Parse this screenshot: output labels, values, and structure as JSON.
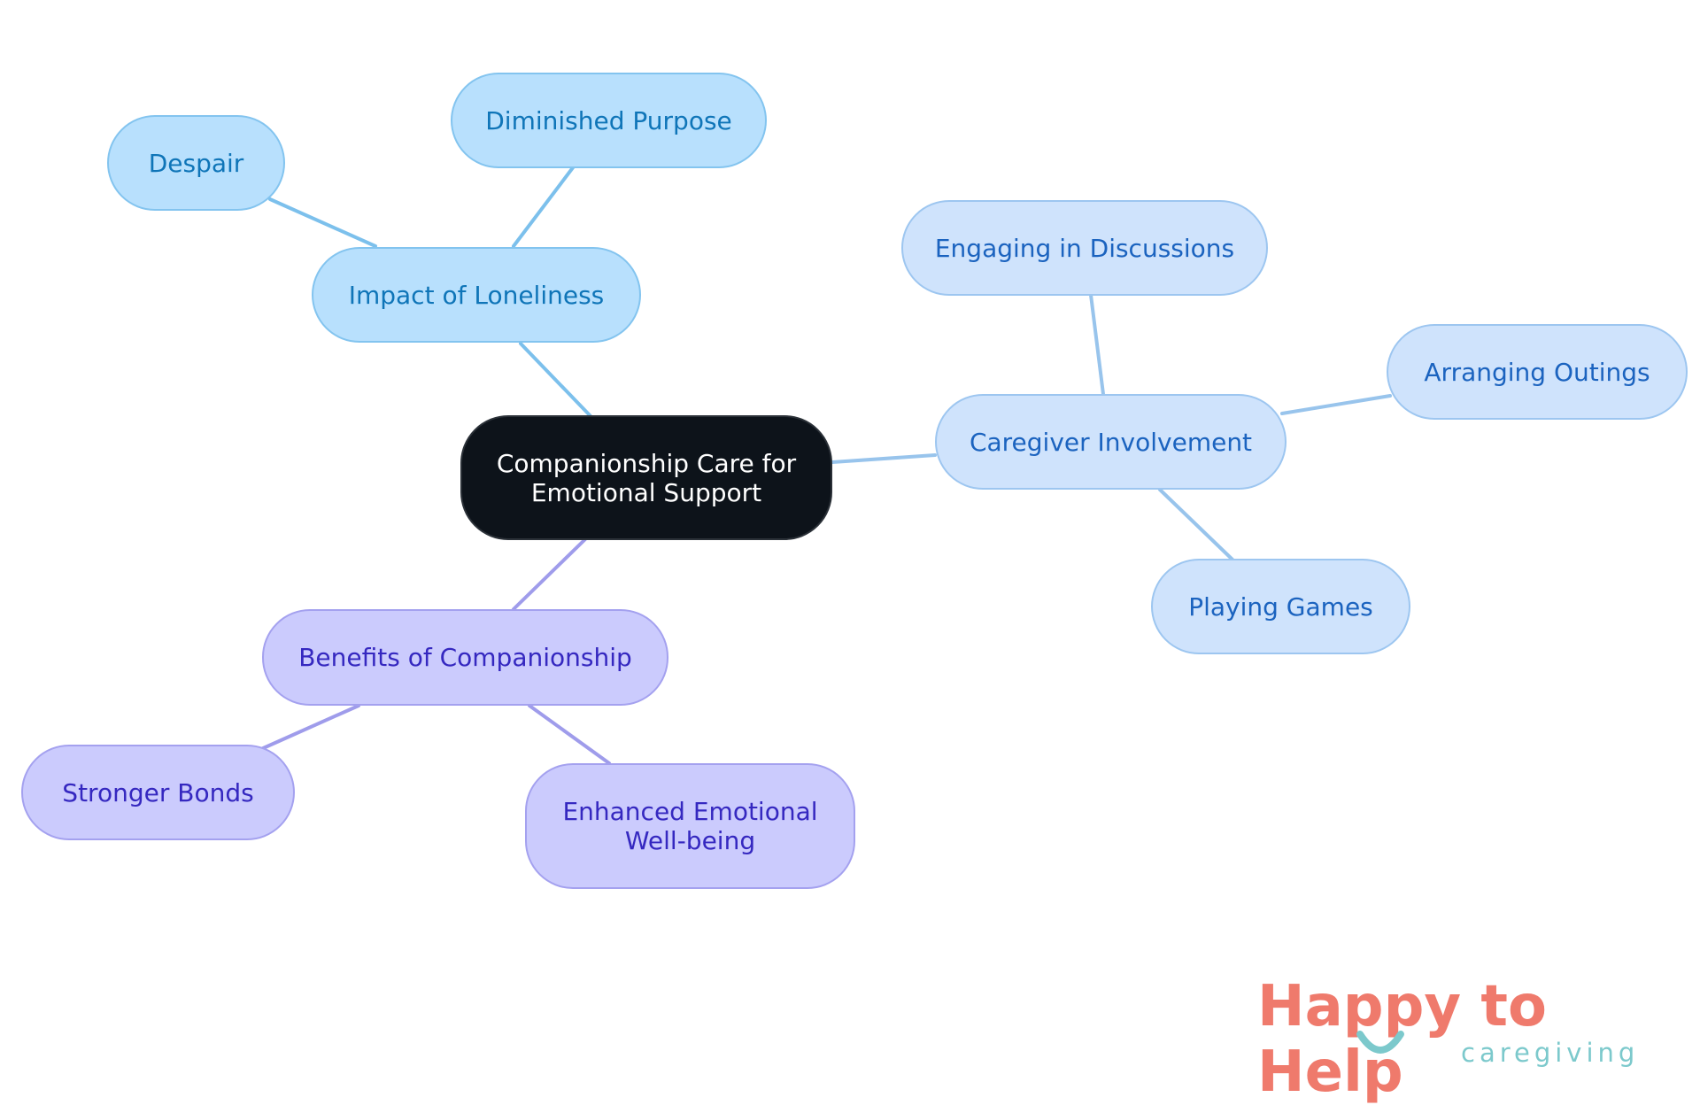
{
  "mindmap": {
    "root": {
      "label": "Companionship Care for Emotional Support"
    },
    "branches": [
      {
        "label": "Impact of Loneliness",
        "color": "#7cc0ec",
        "children": [
          "Despair",
          "Diminished Purpose"
        ]
      },
      {
        "label": "Caregiver Involvement",
        "color": "#98c4ec",
        "children": [
          "Engaging in Discussions",
          "Arranging Outings",
          "Playing Games"
        ]
      },
      {
        "label": "Benefits of Companionship",
        "color": "#9f9ceb",
        "children": [
          "Stronger Bonds",
          "Enhanced Emotional Well-being"
        ]
      }
    ]
  },
  "logo": {
    "text": "Happy to Help",
    "subtitle": "caregiving",
    "colors": {
      "main": "#ef7a6c",
      "accent": "#7cc9cc"
    }
  }
}
